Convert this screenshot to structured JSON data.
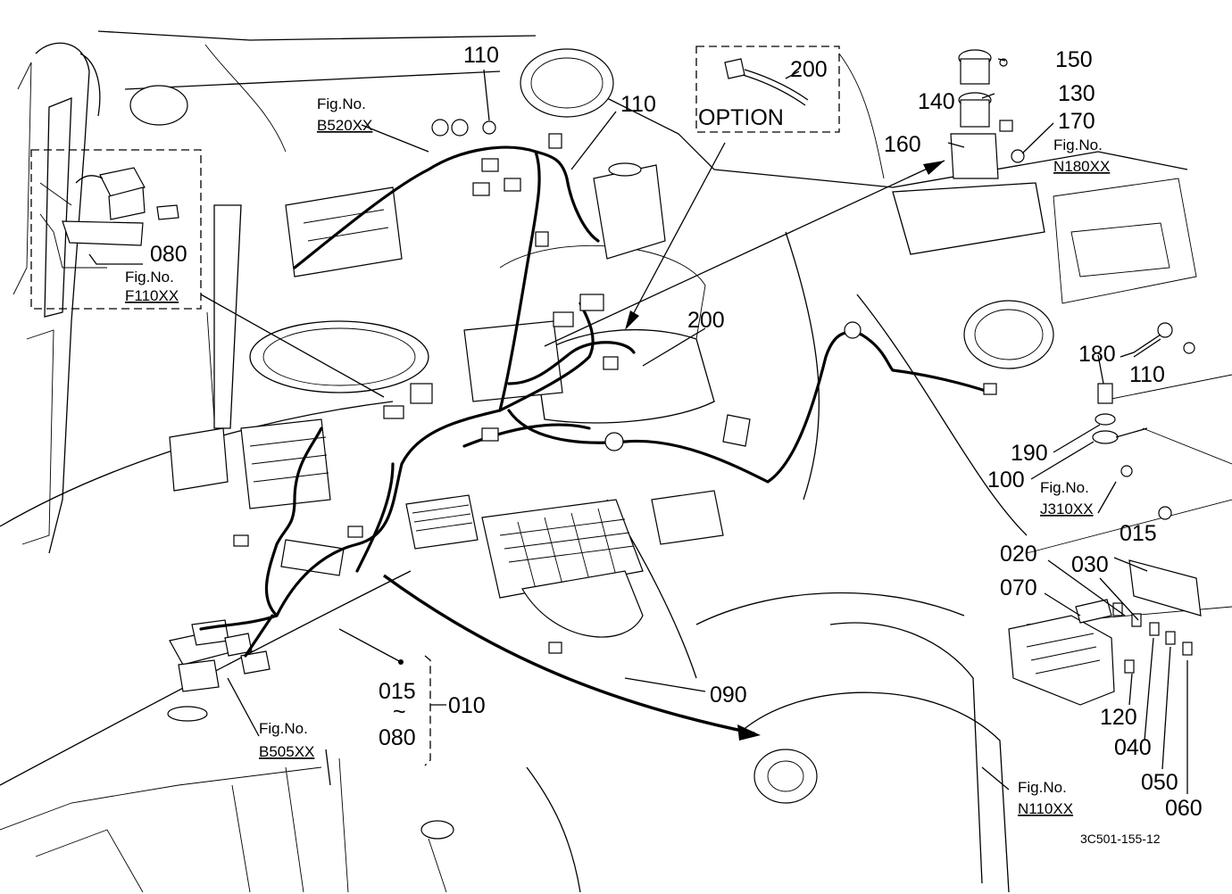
{
  "callouts": {
    "c110_top": "110",
    "c110_mid": "110",
    "c110_right": "110",
    "c200_option": "200",
    "option": "OPTION",
    "c200_mid": "200",
    "c150": "150",
    "c140": "140",
    "c130": "130",
    "c170": "170",
    "c160": "160",
    "c080": "080",
    "c180": "180",
    "c190": "190",
    "c100": "100",
    "c015": "015",
    "c020": "020",
    "c030": "030",
    "c070": "070",
    "c120": "120",
    "c040": "040",
    "c050": "050",
    "c060": "060",
    "c090": "090",
    "range_from": "015",
    "range_tilde": "~",
    "range_to": "080",
    "c010": "010"
  },
  "fig_refs": {
    "b520": {
      "label": "Fig.No.",
      "code": "B520XX"
    },
    "f110": {
      "label": "Fig.No.",
      "code": "F110XX"
    },
    "n180": {
      "label": "Fig.No.",
      "code": "N180XX"
    },
    "j310": {
      "label": "Fig.No.",
      "code": "J310XX"
    },
    "b505": {
      "label": "Fig.No.",
      "code": "B505XX"
    },
    "n110": {
      "label": "Fig.No.",
      "code": "N110XX"
    }
  },
  "drawing_number": "3C501-155-12"
}
